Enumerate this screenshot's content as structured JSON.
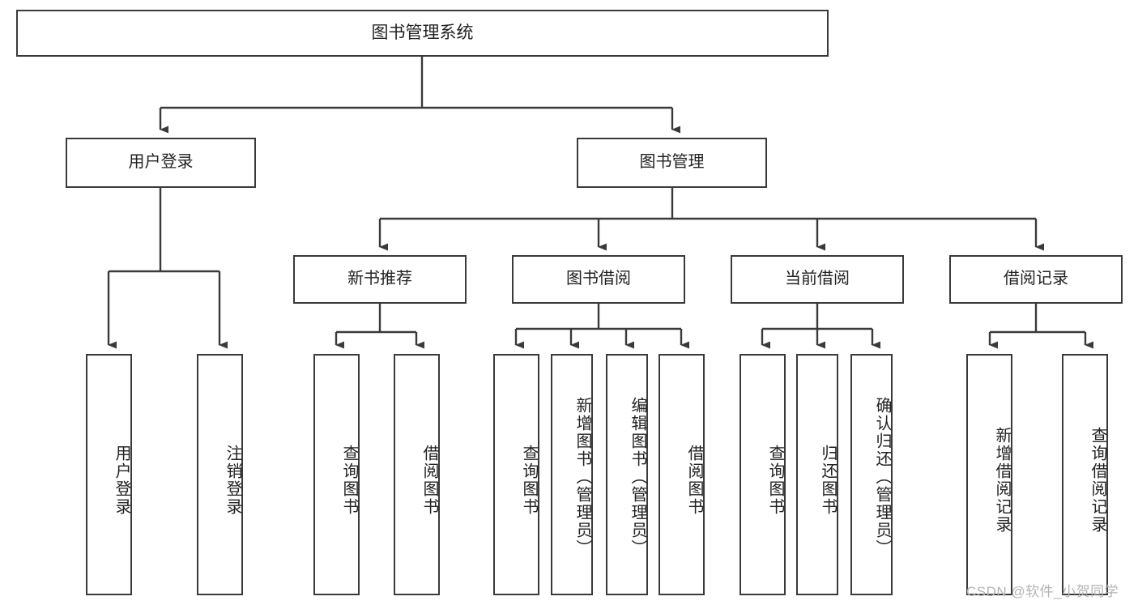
{
  "diagram": {
    "title": "图书管理系统",
    "type": "tree",
    "colors": {
      "box_border": "#3a3a3a",
      "box_fill": "#ffffff",
      "connector": "#3a3a3a",
      "text": "#222222",
      "watermark": "#b4b4b4"
    },
    "root": {
      "label": "图书管理系统"
    },
    "level2": [
      {
        "label": "用户登录"
      },
      {
        "label": "图书管理"
      }
    ],
    "level3": [
      {
        "label": "新书推荐"
      },
      {
        "label": "图书借阅"
      },
      {
        "label": "当前借阅"
      },
      {
        "label": "借阅记录"
      }
    ],
    "leaves": {
      "user_login": [
        {
          "label": "用户登录"
        },
        {
          "label": "注销登录"
        }
      ],
      "new_book": [
        {
          "label": "查询图书"
        },
        {
          "label": "借阅图书"
        }
      ],
      "borrow": [
        {
          "label": "查询图书"
        },
        {
          "label": "新增图书（管理员）"
        },
        {
          "label": "编辑图书（管理员）"
        },
        {
          "label": "借阅图书"
        }
      ],
      "current": [
        {
          "label": "查询图书"
        },
        {
          "label": "归还图书"
        },
        {
          "label": "确认归还（管理员）"
        }
      ],
      "records": [
        {
          "label": "新增借阅记录"
        },
        {
          "label": "查询借阅记录"
        }
      ]
    },
    "watermark": "CSDN @软件_小贺同学"
  }
}
